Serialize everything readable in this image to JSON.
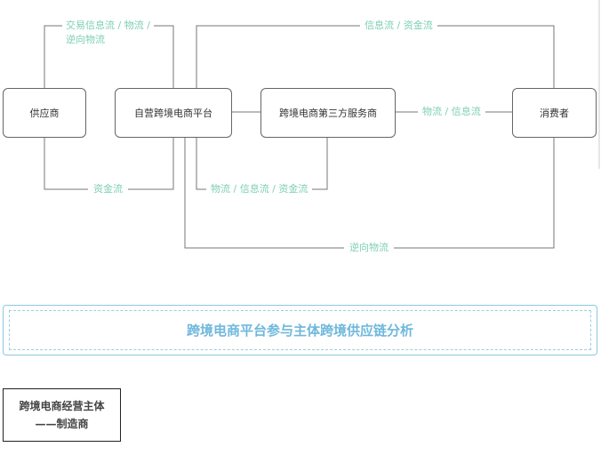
{
  "nodes": {
    "supplier": "供应商",
    "platform": "自营跨境电商平台",
    "service": "跨境电商第三方服务商",
    "consumer": "消费者"
  },
  "flows": {
    "supplier_platform_top_line1": "交易信息流 / 物流 /",
    "supplier_platform_top_line2": "逆向物流",
    "platform_consumer_top": "信息流 / 资金流",
    "service_consumer": "物流 / 信息流",
    "supplier_platform_bottom": "资金流",
    "platform_service_bottom": "物流 / 信息流 / 资金流",
    "consumer_platform_reverse": "逆向物流"
  },
  "section_title": "跨境电商平台参与主体跨境供应链分析",
  "subject_box": {
    "line1": "跨境电商经营主体",
    "line2": "——制造商"
  },
  "colors": {
    "line": "#777777",
    "flow_label": "#7dcfb6",
    "title": "#6fb8dc"
  }
}
